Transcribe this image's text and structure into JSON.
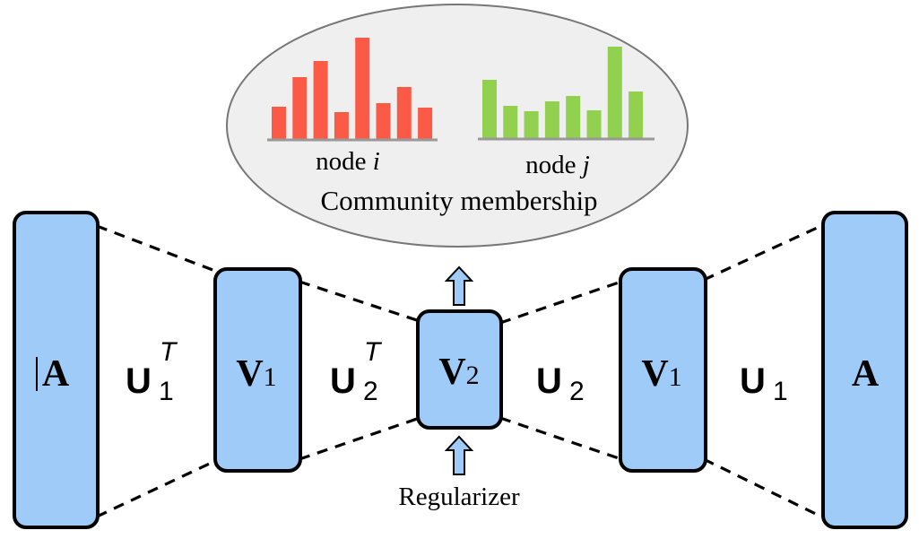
{
  "ellipse": {
    "node_i": {
      "label_prefix": "node ",
      "label_var": "i"
    },
    "node_j": {
      "label_prefix": "node ",
      "label_var": "j"
    },
    "caption": "Community membership"
  },
  "chart_data": [
    {
      "type": "bar",
      "series": [
        {
          "values": [
            36,
            69,
            87,
            30,
            113,
            40,
            58,
            35
          ]
        }
      ],
      "color": "#fb5a46"
    },
    {
      "type": "bar",
      "series": [
        {
          "values": [
            65,
            36,
            30,
            41,
            47,
            31,
            102,
            52
          ]
        }
      ],
      "color": "#92d050"
    }
  ],
  "blocks": {
    "a_left": "A",
    "v1_left": {
      "main": "V",
      "sub": "1"
    },
    "v2": {
      "main": "V",
      "sub": "2"
    },
    "v1_right": {
      "main": "V",
      "sub": "1"
    },
    "a_right": "A"
  },
  "operators": {
    "u1t": {
      "main": "U",
      "sub": "1",
      "sup": "T"
    },
    "u2t": {
      "main": "U",
      "sub": "2",
      "sup": "T"
    },
    "u2": {
      "main": "U",
      "sub": "2"
    },
    "u1": {
      "main": "U",
      "sub": "1"
    }
  },
  "regularizer": "Regularizer",
  "colors": {
    "box_fill": "#9ecbf8",
    "red_bars": "#fb5a46",
    "green_bars": "#92d050",
    "ellipse_fill": "#efefef"
  }
}
